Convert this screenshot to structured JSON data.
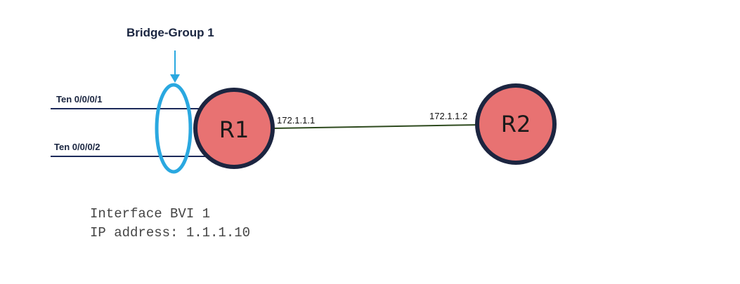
{
  "bridge_group": {
    "label": "Bridge-Group 1",
    "color": "#2aa8e0"
  },
  "interfaces": [
    {
      "label": "Ten 0/0/0/1"
    },
    {
      "label": "Ten 0/0/0/2"
    }
  ],
  "routers": [
    {
      "name": "R1",
      "ip": "172.1.1.1"
    },
    {
      "name": "R2",
      "ip": "172.1.1.2"
    }
  ],
  "bvi": {
    "line1": "Interface BVI 1",
    "line2": "IP address: 1.1.1.10"
  },
  "colors": {
    "router_fill": "#e87272",
    "router_stroke": "#1c2540",
    "interface_line": "#1c2a5a",
    "link_line": "#2e4a1e",
    "arrow": "#2aa8e0"
  }
}
